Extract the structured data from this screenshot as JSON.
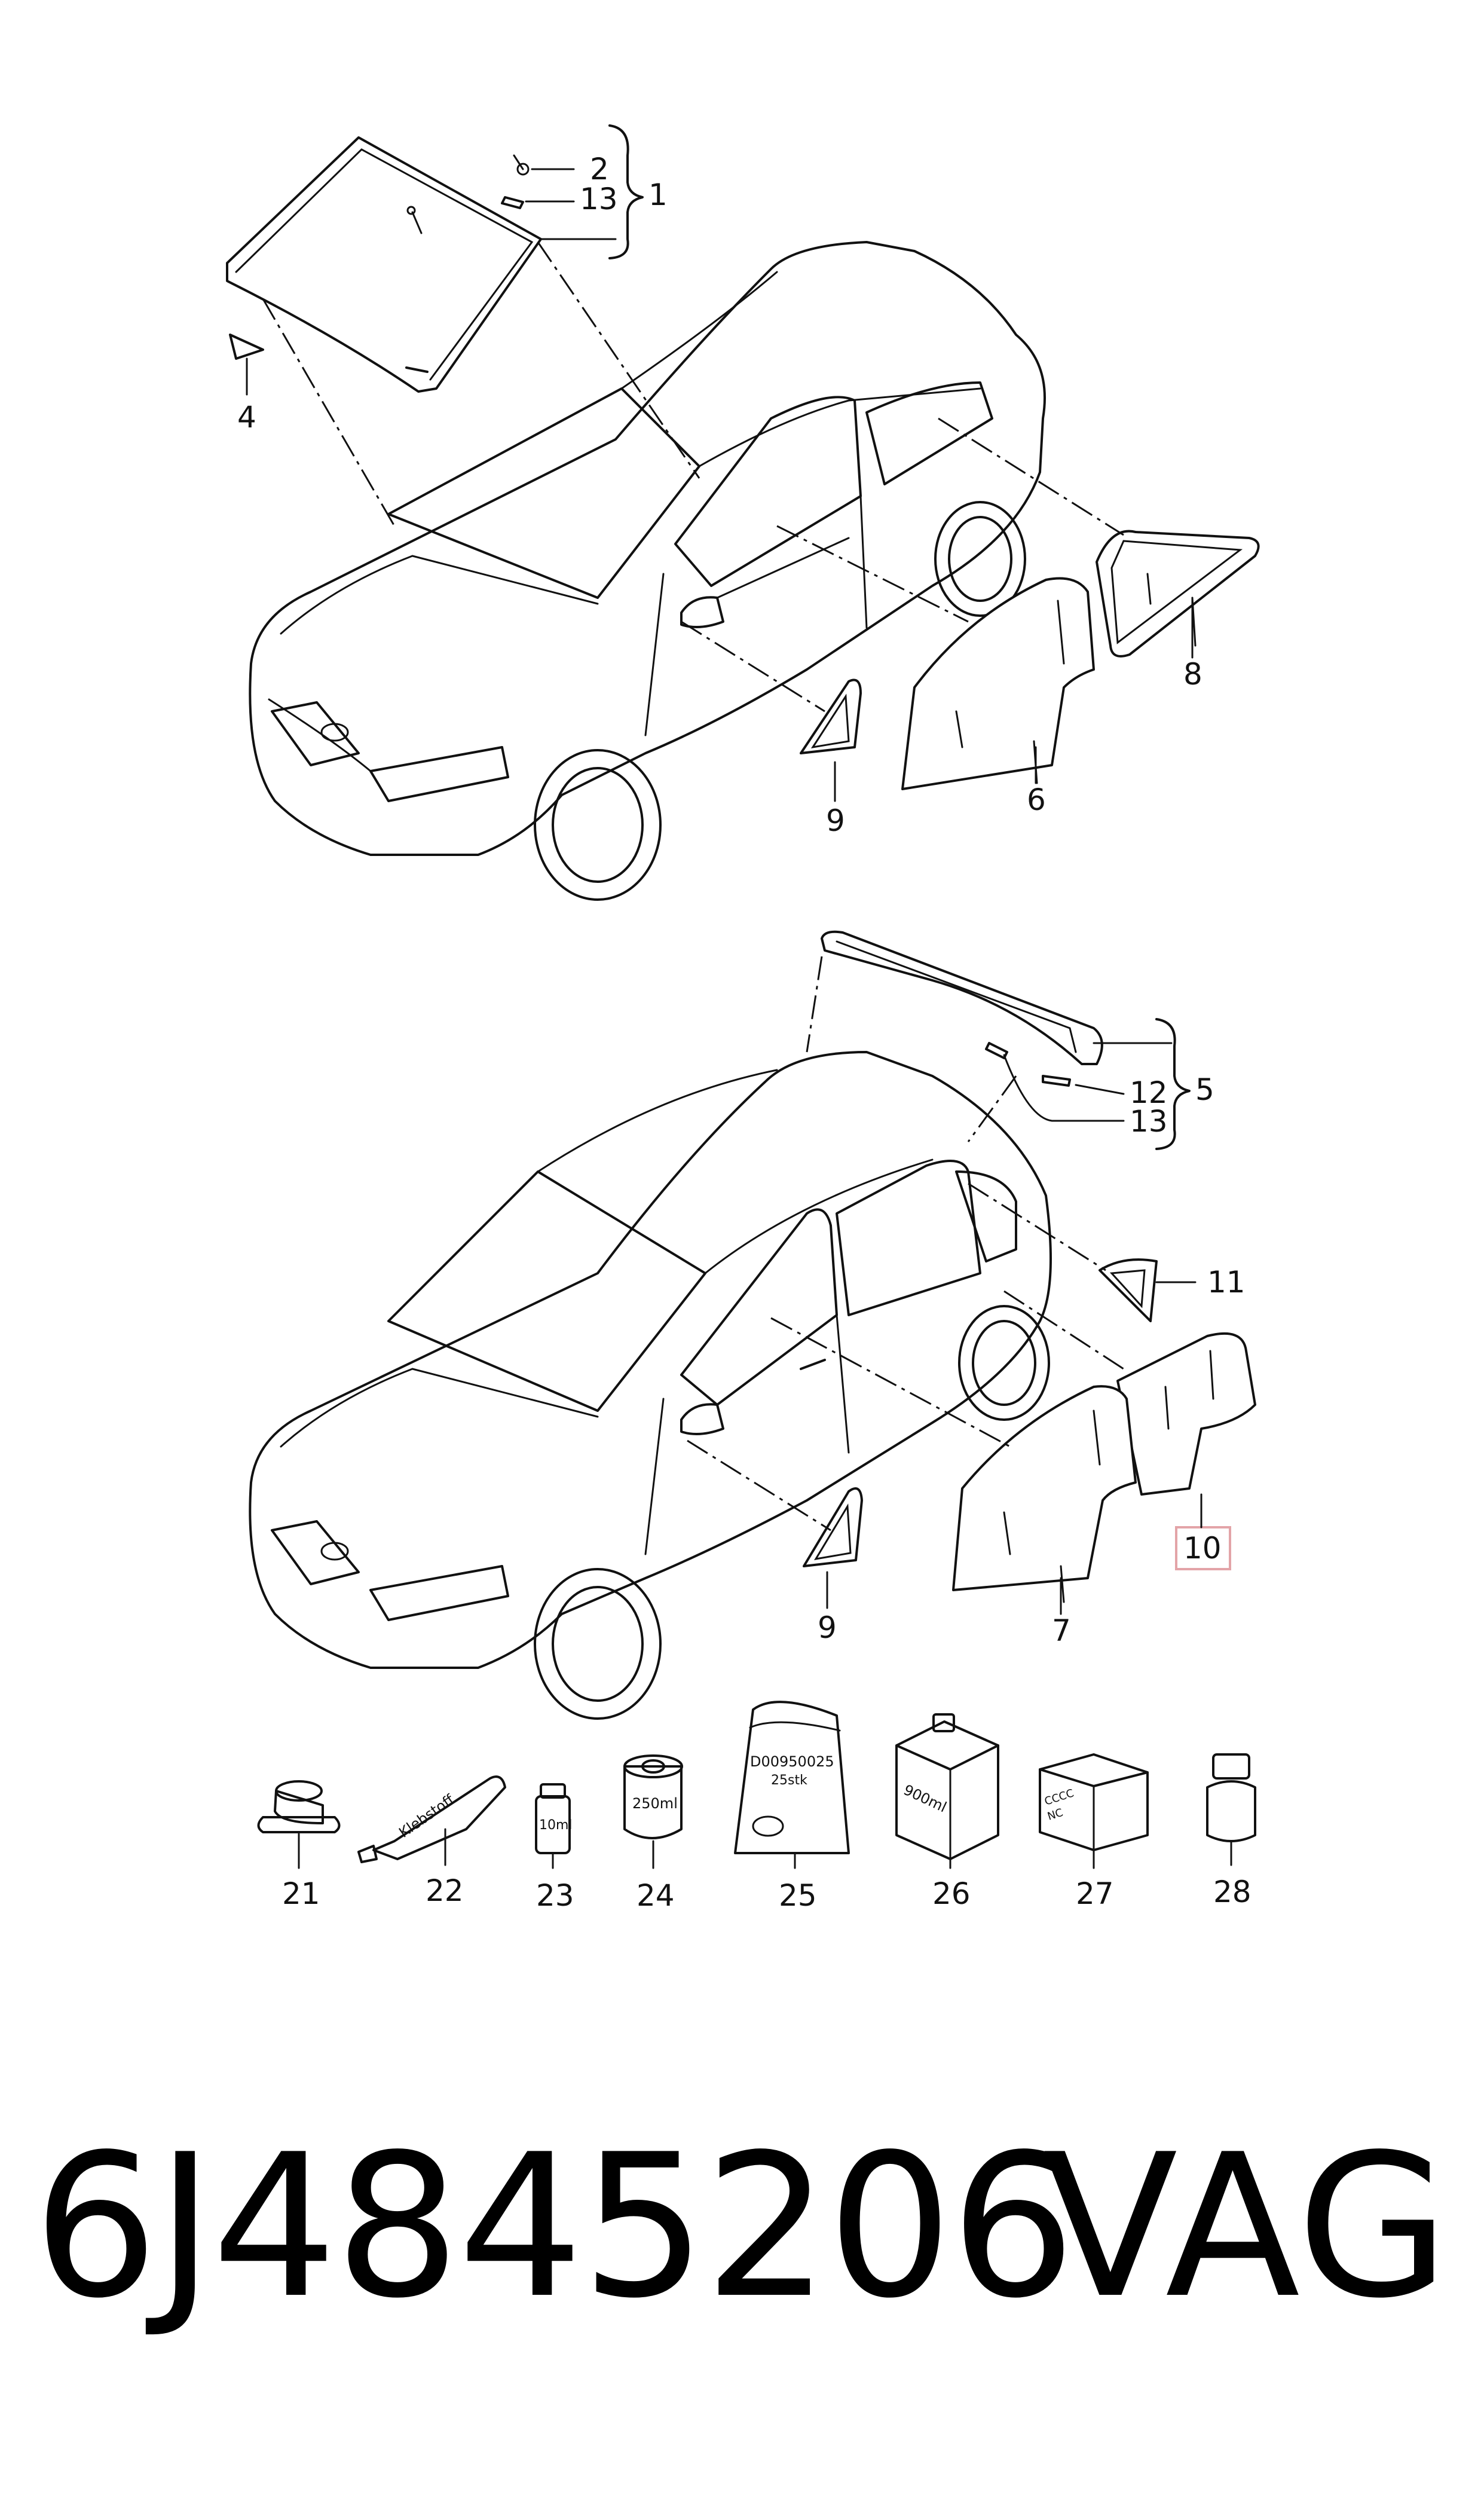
{
  "diagram": {
    "accent_highlight": "#e3a4a8",
    "callouts": {
      "c1": "1",
      "c2": "2",
      "c13a": "13",
      "c4": "4",
      "c8": "8",
      "c9a": "9",
      "c6": "6",
      "c5": "5",
      "c12": "12",
      "c13b": "13",
      "c11": "11",
      "c10": "10",
      "c9b": "9",
      "c7": "7",
      "c21": "21",
      "c22": "22",
      "c23": "23",
      "c24": "24",
      "c25": "25",
      "c26": "26",
      "c27": "27",
      "c28": "28"
    },
    "product_labels": {
      "tube": "Klebstoff",
      "bottle_10ml": "10ml",
      "can_250ml": "250ml",
      "bag_code": "D00950025",
      "bag_qty": "25stk",
      "box_900ml": "900ml",
      "box_cccc": "CCCC",
      "box_nc": "NC"
    }
  },
  "footer": {
    "part_number": "6J4845206",
    "brand": "VAG"
  }
}
